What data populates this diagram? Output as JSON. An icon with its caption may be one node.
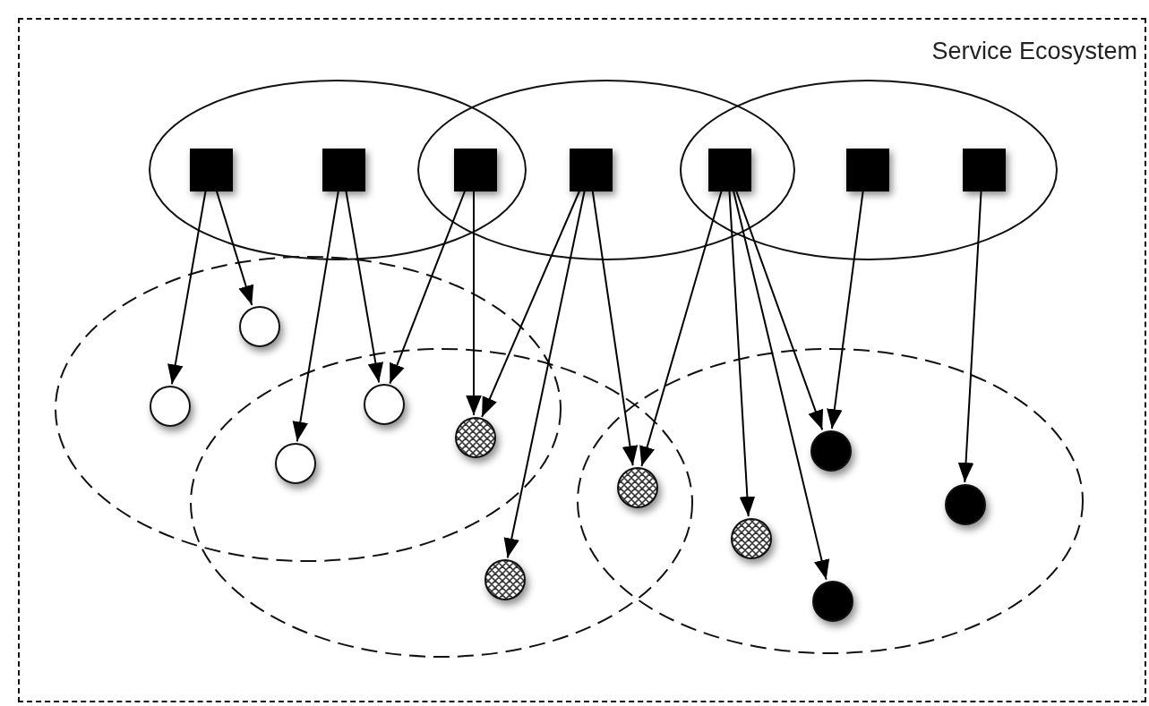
{
  "diagram": {
    "nodes": [
      {
        "text": [
          "Service Ecosystem"
        ]
      },
      {
        "text": [],
        "shape": "box",
        "in": 0
      },
      {
        "text": [],
        "shape": "box",
        "in": 0
      },
      {
        "text": [],
        "shape": "box",
        "in": 0
      },
      {
        "text": [],
        "shape": "box",
        "in": 0
      },
      {
        "text": [],
        "shape": "box",
        "in": 0
      },
      {
        "text": [],
        "shape": "box",
        "in": 0
      },
      {
        "text": [],
        "shape": "box",
        "in": 0
      },
      {
        "text": [],
        "shape": "circle",
        "in": 0
      },
      {
        "text": [],
        "shape": "circle",
        "in": 0
      },
      {
        "text": [],
        "shape": "circle",
        "in": 0
      },
      {
        "text": [],
        "shape": "circle",
        "in": 0
      },
      {
        "text": [],
        "shape": "circle",
        "in": 0
      },
      {
        "text": [],
        "shape": "circle",
        "in": 0
      },
      {
        "text": [],
        "shape": "circle",
        "in": 0
      },
      {
        "text": [],
        "shape": "circle",
        "in": 0
      },
      {
        "text": [],
        "shape": "circle",
        "in": 0
      },
      {
        "text": [],
        "shape": "circle",
        "in": 0
      },
      {
        "text": [],
        "shape": "circle",
        "in": 0
      }
    ],
    "edges": [
      {
        "from": 1,
        "to": 9,
        "arrow": "to"
      },
      {
        "from": 1,
        "to": 8,
        "arrow": "to"
      },
      {
        "from": 2,
        "to": 13,
        "arrow": "to"
      },
      {
        "from": 2,
        "to": 10,
        "arrow": "to"
      },
      {
        "from": 3,
        "to": 10,
        "arrow": "to"
      },
      {
        "from": 3,
        "to": 11,
        "arrow": "to"
      },
      {
        "from": 4,
        "to": 11,
        "arrow": "to"
      },
      {
        "from": 4,
        "to": 17,
        "arrow": "to"
      },
      {
        "from": 4,
        "to": 14,
        "arrow": "to"
      },
      {
        "from": 5,
        "to": 14,
        "arrow": "to"
      },
      {
        "from": 5,
        "to": 16,
        "arrow": "to"
      },
      {
        "from": 5,
        "to": 12,
        "arrow": "to"
      },
      {
        "from": 5,
        "to": 18,
        "arrow": "to"
      },
      {
        "from": 6,
        "to": 12,
        "arrow": "to"
      },
      {
        "from": 7,
        "to": 15,
        "arrow": "to"
      }
    ]
  }
}
